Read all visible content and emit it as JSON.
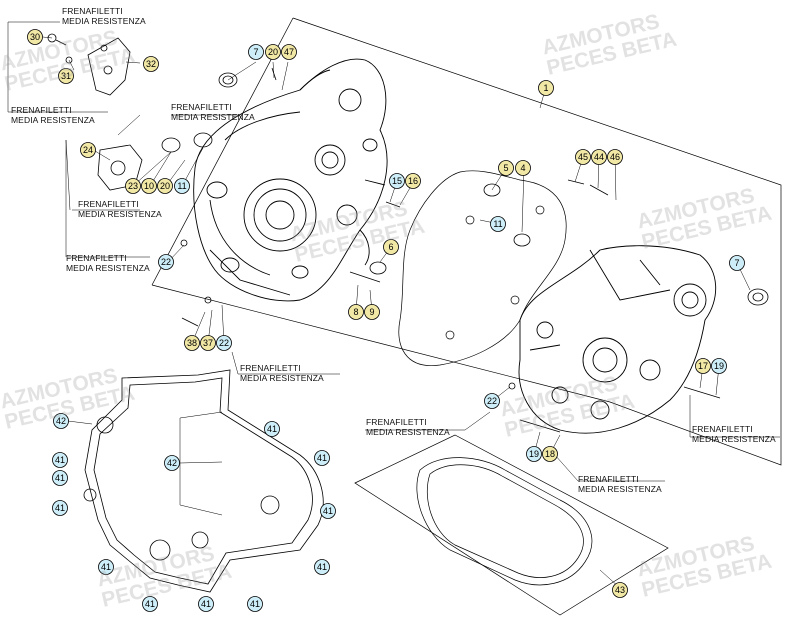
{
  "colors": {
    "callout_yellow": "#f2e8a6",
    "callout_cyan": "#cdeef8",
    "line": "#000000"
  },
  "watermark": {
    "line1": "AZMOTORS",
    "line2": "PECES BETA"
  },
  "notes": [
    {
      "line1": "FRENAFILETTI",
      "line2": "MEDIA RESISTENZA"
    },
    {
      "line1": "FRENAFILETTI",
      "line2": "MEDIA RESISTENZA"
    },
    {
      "line1": "FRENAFILETTI",
      "line2": "MEDIA RESISTENZA"
    },
    {
      "line1": "FRENAFILETTI",
      "line2": "MEDIA RESISTENZA"
    },
    {
      "line1": "FRENAFILETTI",
      "line2": "MEDIA RESISTENZA"
    },
    {
      "line1": "FRENAFILETTI",
      "line2": "MEDIA RESISTENZA"
    },
    {
      "line1": "FRENAFILETTI",
      "line2": "MEDIA RESISTENZA"
    },
    {
      "line1": "FRENAFILETTI",
      "line2": "MEDIA RESISTENZA"
    },
    {
      "line1": "FRENAFILETTI",
      "line2": "MEDIA RESISTENZA"
    }
  ],
  "callouts": [
    {
      "n": "30",
      "color": "yellow"
    },
    {
      "n": "31",
      "color": "yellow"
    },
    {
      "n": "32",
      "color": "yellow"
    },
    {
      "n": "7",
      "color": "cyan"
    },
    {
      "n": "20",
      "color": "yellow"
    },
    {
      "n": "47",
      "color": "yellow"
    },
    {
      "n": "1",
      "color": "yellow"
    },
    {
      "n": "24",
      "color": "yellow"
    },
    {
      "n": "23",
      "color": "yellow"
    },
    {
      "n": "10",
      "color": "yellow"
    },
    {
      "n": "20",
      "color": "yellow"
    },
    {
      "n": "11",
      "color": "cyan"
    },
    {
      "n": "15",
      "color": "cyan"
    },
    {
      "n": "16",
      "color": "yellow"
    },
    {
      "n": "5",
      "color": "yellow"
    },
    {
      "n": "4",
      "color": "yellow"
    },
    {
      "n": "45",
      "color": "yellow"
    },
    {
      "n": "44",
      "color": "yellow"
    },
    {
      "n": "46",
      "color": "yellow"
    },
    {
      "n": "11",
      "color": "cyan"
    },
    {
      "n": "6",
      "color": "yellow"
    },
    {
      "n": "22",
      "color": "cyan"
    },
    {
      "n": "8",
      "color": "yellow"
    },
    {
      "n": "9",
      "color": "yellow"
    },
    {
      "n": "7",
      "color": "cyan"
    },
    {
      "n": "38",
      "color": "yellow"
    },
    {
      "n": "37",
      "color": "yellow"
    },
    {
      "n": "22",
      "color": "cyan"
    },
    {
      "n": "17",
      "color": "yellow"
    },
    {
      "n": "19",
      "color": "cyan"
    },
    {
      "n": "22",
      "color": "cyan"
    },
    {
      "n": "19",
      "color": "cyan"
    },
    {
      "n": "18",
      "color": "yellow"
    },
    {
      "n": "42",
      "color": "cyan"
    },
    {
      "n": "41",
      "color": "cyan"
    },
    {
      "n": "42",
      "color": "cyan"
    },
    {
      "n": "41",
      "color": "cyan"
    },
    {
      "n": "41",
      "color": "cyan"
    },
    {
      "n": "41",
      "color": "cyan"
    },
    {
      "n": "41",
      "color": "cyan"
    },
    {
      "n": "41",
      "color": "cyan"
    },
    {
      "n": "41",
      "color": "cyan"
    },
    {
      "n": "41",
      "color": "cyan"
    },
    {
      "n": "41",
      "color": "cyan"
    },
    {
      "n": "41",
      "color": "cyan"
    },
    {
      "n": "41",
      "color": "cyan"
    },
    {
      "n": "43",
      "color": "yellow"
    }
  ]
}
